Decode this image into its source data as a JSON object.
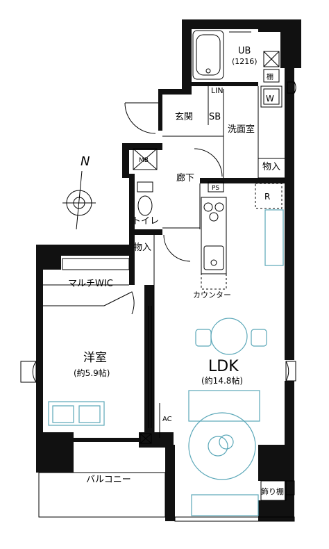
{
  "plan": {
    "rooms": {
      "ub": "UB",
      "ub_size": "(1216)",
      "shelf": "棚",
      "lin": "LIN",
      "w": "W",
      "entrance": "玄関",
      "sb": "SB",
      "washroom": "洗面室",
      "storage_right": "物入",
      "corridor": "廊下",
      "mb": "MB",
      "toilet": "トイレ",
      "ps": "PS",
      "r": "R",
      "storage_left": "物入",
      "multi_wic": "マルチWIC",
      "counter": "カウンター",
      "western_room": "洋室",
      "western_room_size": "(約5.9帖)",
      "ldk": "LDK",
      "ldk_size": "(約14.8帖)",
      "ac": "AC",
      "balcony": "バルコニー",
      "decor_shelf": "飾り棚"
    },
    "compass": {
      "north": "N"
    }
  }
}
